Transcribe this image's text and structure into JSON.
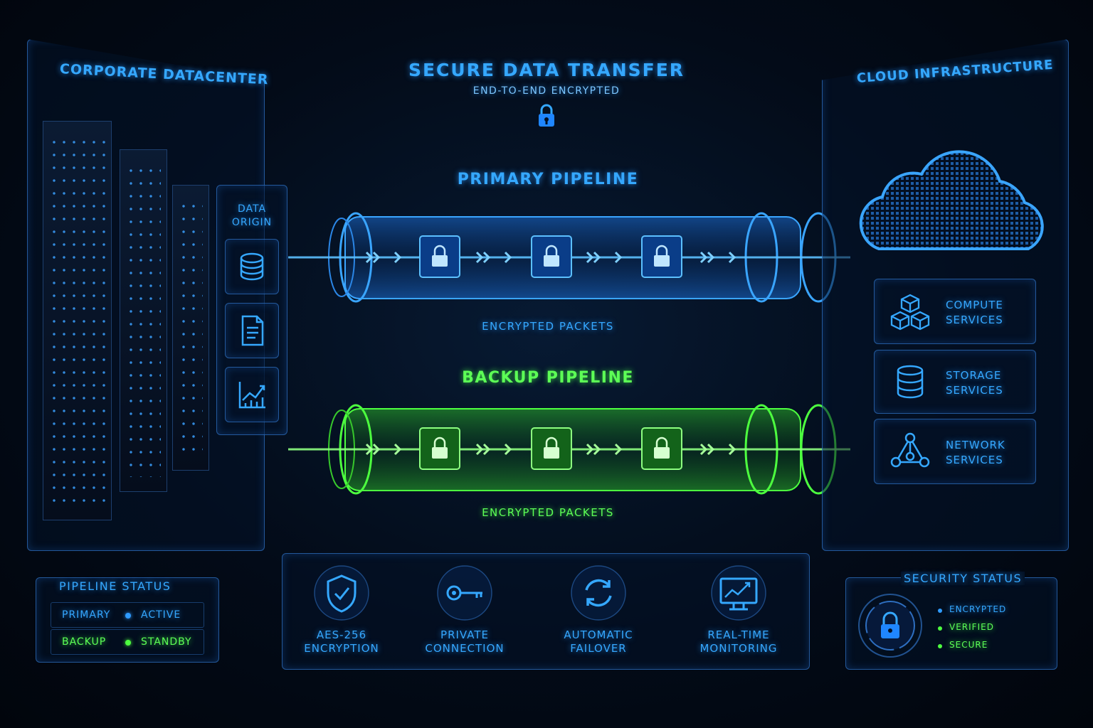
{
  "header": {
    "title": "SECURE DATA TRANSFER",
    "subtitle": "END-TO-END ENCRYPTED"
  },
  "datacenter": {
    "title": "CORPORATE DATACENTER",
    "origin_label": "DATA ORIGIN",
    "origin_icons": [
      "database-icon",
      "document-icon",
      "chart-icon"
    ]
  },
  "cloud": {
    "title": "CLOUD INFRASTRUCTURE",
    "services": [
      {
        "label": "COMPUTE SERVICES",
        "icon": "cubes-icon"
      },
      {
        "label": "STORAGE SERVICES",
        "icon": "database-icon"
      },
      {
        "label": "NETWORK SERVICES",
        "icon": "network-icon"
      }
    ]
  },
  "pipelines": {
    "primary": {
      "title": "PRIMARY PIPELINE",
      "caption": "ENCRYPTED PACKETS",
      "color": "#2f9bff"
    },
    "backup": {
      "title": "BACKUP PIPELINE",
      "caption": "ENCRYPTED PACKETS",
      "color": "#4dff3f"
    }
  },
  "pipeline_status": {
    "title": "PIPELINE STATUS",
    "rows": [
      {
        "name": "PRIMARY",
        "state": "ACTIVE"
      },
      {
        "name": "BACKUP",
        "state": "STANDBY"
      }
    ]
  },
  "features": [
    {
      "label_line1": "AES-256",
      "label_line2": "ENCRYPTION",
      "icon": "shield-check-icon"
    },
    {
      "label_line1": "PRIVATE",
      "label_line2": "CONNECTION",
      "icon": "key-icon"
    },
    {
      "label_line1": "AUTOMATIC",
      "label_line2": "FAILOVER",
      "icon": "refresh-icon"
    },
    {
      "label_line1": "REAL-TIME",
      "label_line2": "MONITORING",
      "icon": "monitor-chart-icon"
    }
  ],
  "security_status": {
    "title": "SECURITY STATUS",
    "items": [
      "ENCRYPTED",
      "VERIFIED",
      "SECURE"
    ]
  },
  "colors": {
    "accent_blue": "#2f9bff",
    "accent_green": "#4dff3f",
    "background": "#030b18"
  }
}
